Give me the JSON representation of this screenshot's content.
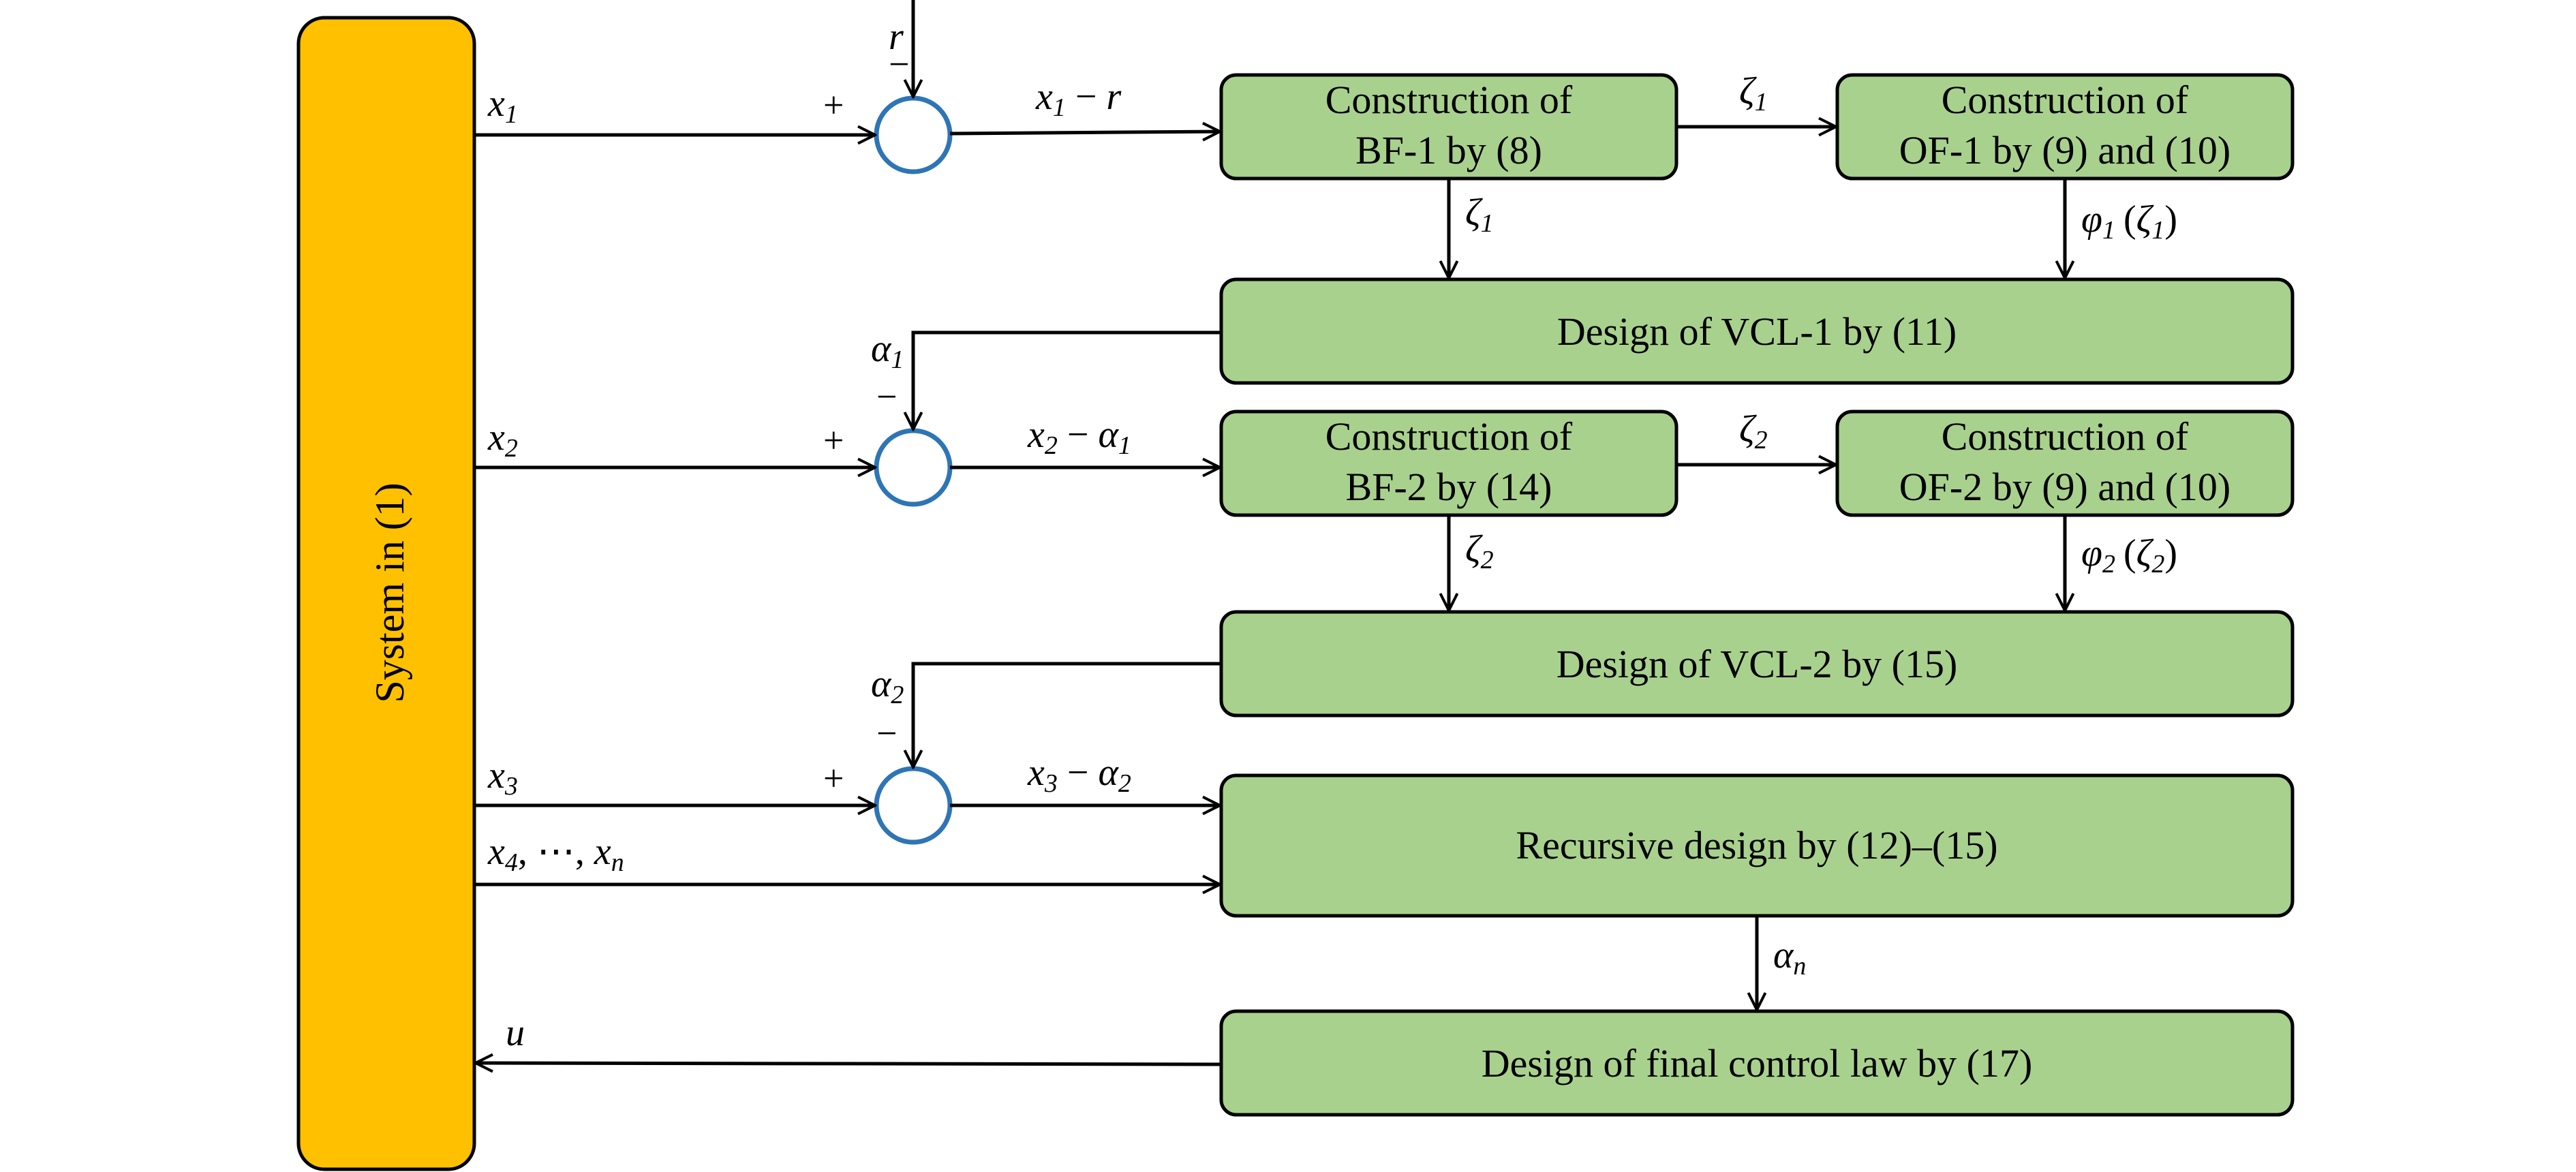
{
  "system": {
    "label": "System in (1)",
    "color": "#ffc000"
  },
  "box_color": "#a9d18e",
  "sum_color": "#2e75b6",
  "boxes": {
    "bf1": {
      "line1": "Construction of",
      "line2": "BF-1 by (8)"
    },
    "of1": {
      "line1": "Construction of",
      "line2": "OF-1 by (9) and (10)"
    },
    "vcl1": {
      "label": "Design of VCL-1 by (11)"
    },
    "bf2": {
      "line1": "Construction of",
      "line2": "BF-2 by (14)"
    },
    "of2": {
      "line1": "Construction of",
      "line2": "OF-2 by (9) and (10)"
    },
    "vcl2": {
      "label": "Design of VCL-2 by (15)"
    },
    "recursive": {
      "label": "Recursive design by (12)–(15)"
    },
    "final": {
      "label": "Design of final control law by (17)"
    }
  },
  "signals": {
    "r": "r",
    "x": "x",
    "zeta": "ζ",
    "phi": "φ",
    "alpha": "α",
    "sub1": "1",
    "sub2": "2",
    "sub3": "3",
    "sub4": "4",
    "subn": "n",
    "minus": "−",
    "open_paren": "(",
    "close_paren": ")",
    "ellipsis": ", ⋯, ",
    "u": "u"
  },
  "signs": {
    "plus": "+",
    "minus": "−"
  }
}
